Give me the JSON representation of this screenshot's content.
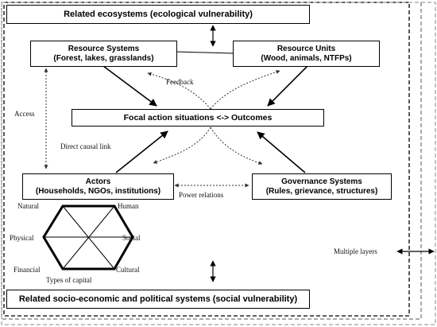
{
  "diagram": {
    "top_band": "Related ecosystems (ecological vulnerability)",
    "bottom_band": "Related socio-economic and political systems (social vulnerability)",
    "resource_systems": {
      "title": "Resource Systems",
      "detail": "(Forest, lakes, grasslands)"
    },
    "resource_units": {
      "title": "Resource Units",
      "detail": "(Wood, animals, NTFPs)"
    },
    "focal": "Focal action situations <-> Outcomes",
    "actors": {
      "title": "Actors",
      "detail": "(Households, NGOs, institutions)"
    },
    "governance": {
      "title": "Governance Systems",
      "detail": "(Rules, grievance, structures)"
    },
    "labels": {
      "feedback": "Feedback",
      "access": "Access",
      "direct_causal_link": "Direct causal link",
      "power_relations": "Power relations",
      "multiple_layers": "Multiple layers"
    },
    "capital": {
      "caption": "Types of capital",
      "natural": "Natural",
      "human": "Human",
      "physical": "Physical",
      "social": "Social",
      "financial": "Financial",
      "cultural": "Cultural"
    }
  }
}
